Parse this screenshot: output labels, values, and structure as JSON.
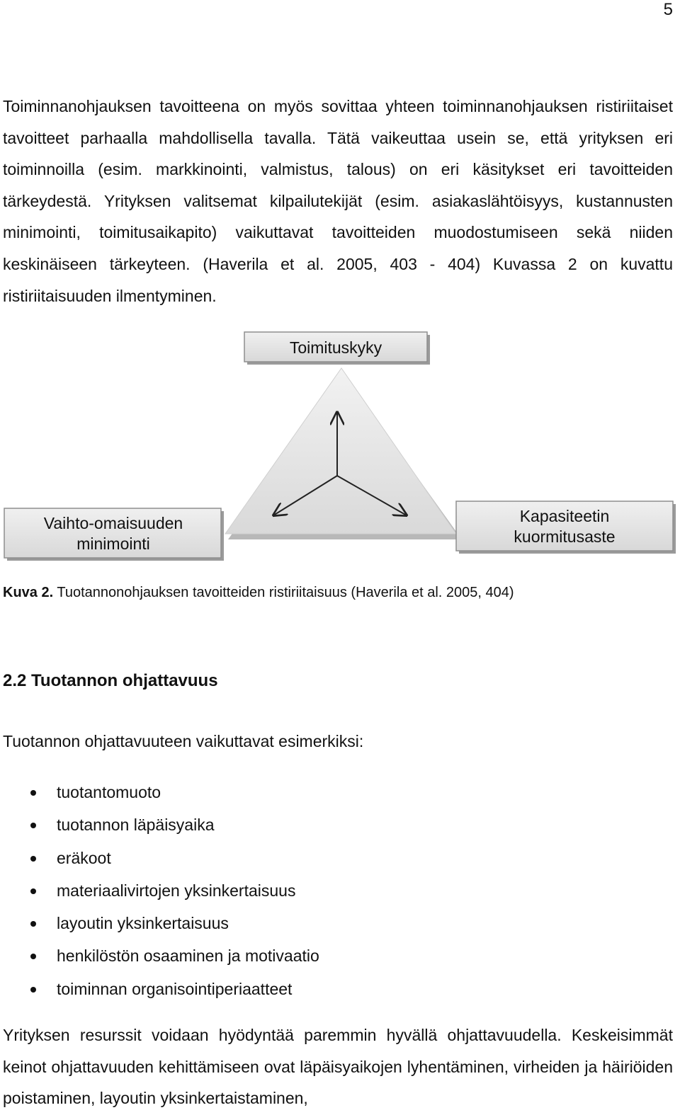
{
  "page": {
    "number": "5"
  },
  "paragraph1": {
    "text": "Toiminnanohjauksen tavoitteena on myös sovittaa yhteen toiminnanohjauksen ristiriitaiset tavoitteet parhaalla mahdollisella tavalla. Tätä vaikeuttaa usein se, että yrityksen eri toiminnoilla (esim. markkinointi, valmistus, talous) on eri käsitykset eri tavoitteiden tärkeydestä. Yrityksen valitsemat kilpailutekijät (esim. asiakaslähtöisyys, kustannusten minimointi, toimitusaikapito) vaikuttavat tavoitteiden muodostumiseen sekä niiden keskinäiseen tärkeyteen. (Haverila et al. 2005, 403 - 404) Kuvassa 2 on kuvattu ristiriitaisuuden ilmentyminen."
  },
  "figure": {
    "top_label": "Toimituskyky",
    "left_label_line1": "Vaihto-omaisuuden",
    "left_label_line2": "minimointi",
    "right_label_line1": "Kapasiteetin",
    "right_label_line2": "kuormitusaste",
    "box_fill": "#e6e6e6",
    "triangle_fill": "#e4e4e4"
  },
  "caption": {
    "label": "Kuva 2.",
    "text": " Tuotannonohjauksen tavoitteiden ristiriitaisuus (Haverila et al. 2005, 404)"
  },
  "section": {
    "heading": "2.2 Tuotannon ohjattavuus",
    "intro": "Tuotannon ohjattavuuteen vaikuttavat esimerkiksi:",
    "bullets": [
      "tuotantomuoto",
      "tuotannon läpäisyaika",
      "eräkoot",
      "materiaalivirtojen yksinkertaisuus",
      "layoutin yksinkertaisuus",
      "henkilöstön osaaminen ja motivaatio",
      "toiminnan organisointiperiaatteet"
    ]
  },
  "paragraph2": {
    "text": "Yrityksen resurssit voidaan hyödyntää paremmin hyvällä ohjattavuudella. Keskeisimmät keinot ohjattavuuden kehittämiseen ovat läpäisyaikojen lyhentäminen, virheiden ja häiriöiden poistaminen, layoutin yksinkertaistaminen,"
  }
}
